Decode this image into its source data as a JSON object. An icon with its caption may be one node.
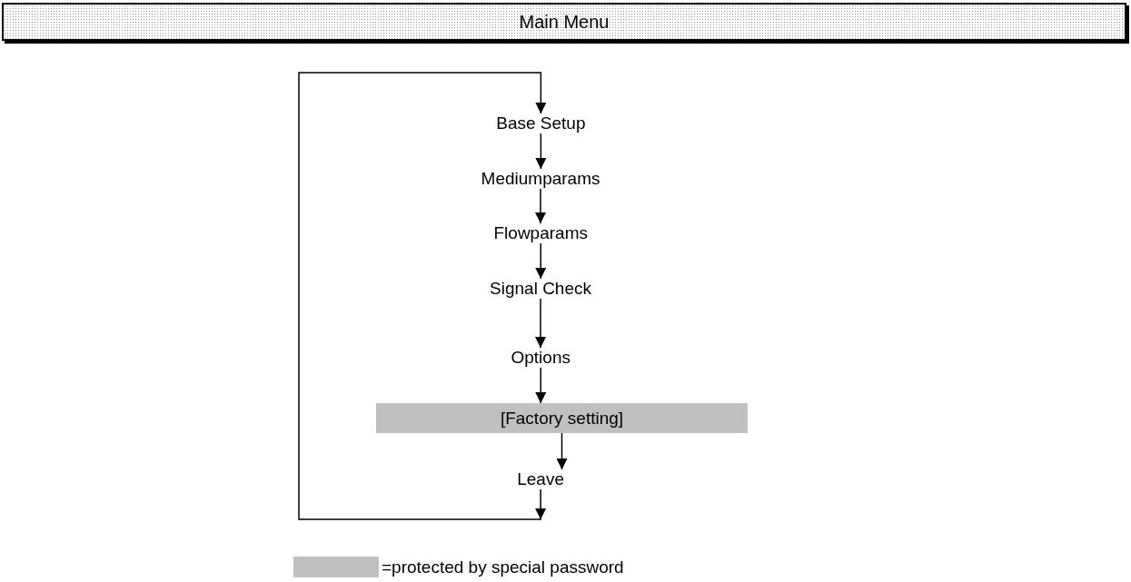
{
  "diagram": {
    "title": "Main Menu",
    "nodes": [
      {
        "text": [
          "Base Setup"
        ]
      },
      {
        "text": [
          "Mediumparams"
        ]
      },
      {
        "text": [
          "Flowparams"
        ]
      },
      {
        "text": [
          "Signal Check"
        ]
      },
      {
        "text": [
          "Options"
        ]
      },
      {
        "text": [
          "[Factory setting]"
        ]
      },
      {
        "text": [
          "Leave"
        ]
      }
    ],
    "edges": [
      {
        "from": 0,
        "to": 1,
        "arrow": "to"
      },
      {
        "from": 1,
        "to": 2,
        "arrow": "to"
      },
      {
        "from": 2,
        "to": 3,
        "arrow": "to"
      },
      {
        "from": 3,
        "to": 4,
        "arrow": "to"
      },
      {
        "from": 4,
        "to": 5,
        "arrow": "to"
      },
      {
        "from": 5,
        "to": 6,
        "arrow": "to"
      },
      {
        "from": 6,
        "to": 0,
        "arrow": "to"
      }
    ],
    "legend": [
      {
        "text": "=protected by special password",
        "color": "#c0c0c0"
      }
    ]
  }
}
